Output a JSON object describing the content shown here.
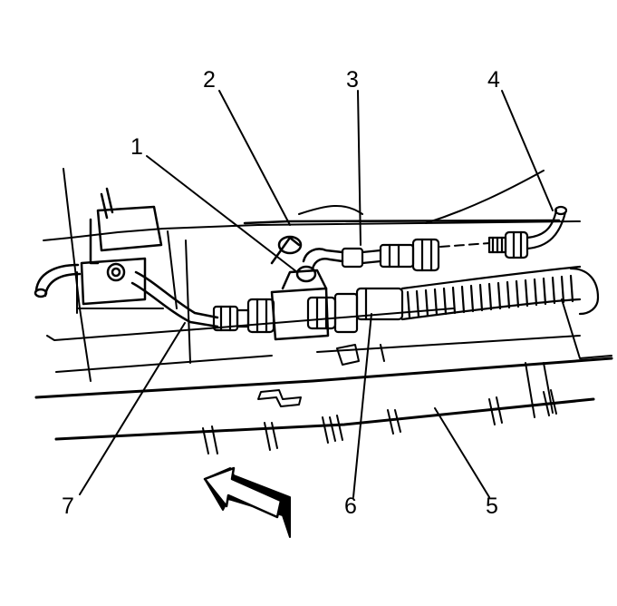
{
  "callouts": [
    {
      "id": "1",
      "label": "1"
    },
    {
      "id": "2",
      "label": "2"
    },
    {
      "id": "3",
      "label": "3"
    },
    {
      "id": "4",
      "label": "4"
    },
    {
      "id": "5",
      "label": "5"
    },
    {
      "id": "6",
      "label": "6"
    },
    {
      "id": "7",
      "label": "7"
    }
  ],
  "colors": {
    "ink": "#000000",
    "paper": "#ffffff"
  },
  "icons": {
    "direction_arrow": "front-direction-arrow-icon"
  }
}
